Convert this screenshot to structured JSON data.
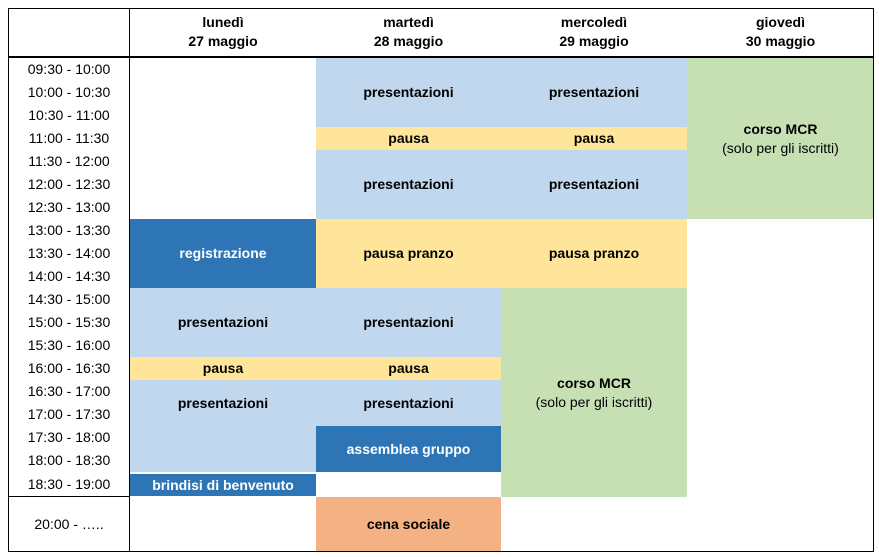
{
  "days": [
    {
      "day": "lunedì",
      "date": "27 maggio"
    },
    {
      "day": "martedì",
      "date": "28 maggio"
    },
    {
      "day": "mercoledì",
      "date": "29 maggio"
    },
    {
      "day": "giovedì",
      "date": "30 maggio"
    }
  ],
  "times": [
    "09:30 - 10:00",
    "10:00 - 10:30",
    "10:30 - 11:00",
    "11:00 - 11:30",
    "11:30 - 12:00",
    "12:00 - 12:30",
    "12:30 - 13:00",
    "13:00 - 13:30",
    "13:30 - 14:00",
    "14:00 - 14:30",
    "14:30 - 15:00",
    "15:00 - 15:30",
    "15:30 - 16:00",
    "16:00 - 16:30",
    "16:30 - 17:00",
    "17:00 - 17:30",
    "17:30 - 18:00",
    "18:00 - 18:30",
    "18:30 - 19:00",
    "20:00 - ….."
  ],
  "events": {
    "presentazioni": "presentazioni",
    "pausa": "pausa",
    "pausa_pranzo": "pausa pranzo",
    "registrazione": "registrazione",
    "assemblea": "assemblea gruppo",
    "brindisi": "brindisi di benvenuto",
    "cena": "cena sociale",
    "corso": "corso MCR",
    "corso_note": "(solo per gli iscritti)"
  },
  "colors": {
    "presentazioni": "#c0d7ed",
    "pausa": "#ffe599",
    "corso": "#c6e0b4",
    "highlight": "#2e75b6",
    "cena": "#f4b183"
  }
}
